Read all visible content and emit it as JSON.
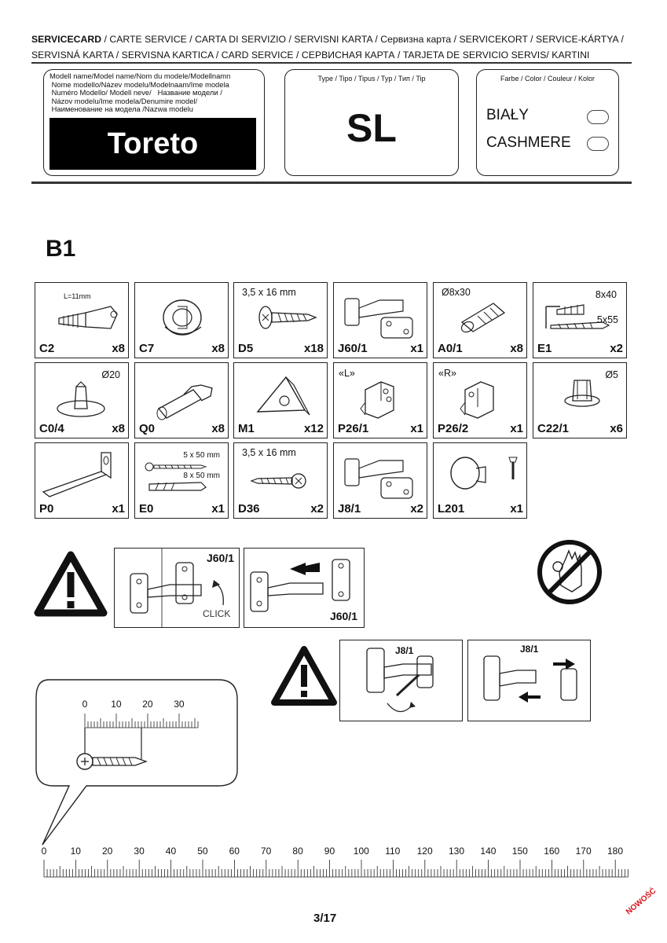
{
  "header": {
    "line1_bold": "SERVICECARD",
    "line1_rest": " / CARTE SERVICE / CARTA DI SERVIZIO / SERVISNI KARTA / Сервизна карта / SERVICEKORT / SERVICE-KÁRTYA /",
    "line2": "SERVISNÁ KARTA / SERVISNA KARTICA / CARD SERVICE / СЕРВИСНАЯ КАРТА / TARJETA DE SERVICIO SERVIS/ KARTINI"
  },
  "model_box": {
    "label": "Modell name/Model name/Nom du modele/Modellnamn\n Nome modello/Název modelu/Modelnaam/Ime modela\n Numéro Modello/ Modell neve/   Название модели /\n Názov modelu/Ime modela/Denumire model/\n Наименование на модела /Nazwa modelu",
    "value": "Toreto"
  },
  "type_box": {
    "label": "Type / Tipo / Tipus / Typ / Тип / Tip",
    "value": "SL"
  },
  "color_box": {
    "label": "Farbe / Color / Couleur / Kolor",
    "options": [
      "BIAŁY",
      "CASHMERE"
    ]
  },
  "section_title": "B1",
  "parts": [
    {
      "code": "C2",
      "qty": "x8",
      "spec": "L=11mm",
      "icon": "cam-bolt-icon"
    },
    {
      "code": "C7",
      "qty": "x8",
      "spec": "",
      "icon": "cam-lock-icon"
    },
    {
      "code": "D5",
      "qty": "x18",
      "spec": "3,5 x 16 mm",
      "icon": "screw-icon"
    },
    {
      "code": "J60/1",
      "qty": "x1",
      "spec": "",
      "icon": "hinge-icon"
    },
    {
      "code": "A0/1",
      "qty": "x8",
      "spec": "Ø8x30",
      "icon": "dowel-icon"
    },
    {
      "code": "E1",
      "qty": "x2",
      "spec": "8x40",
      "spec2": "5x55",
      "icon": "anchor-icon"
    },
    {
      "code": "C0/4",
      "qty": "x8",
      "spec": "Ø20",
      "icon": "furniture-foot-icon"
    },
    {
      "code": "Q0",
      "qty": "x8",
      "spec": "",
      "icon": "shelf-pin-icon"
    },
    {
      "code": "M1",
      "qty": "x12",
      "spec": "",
      "icon": "corner-block-icon"
    },
    {
      "code": "P26/1",
      "qty": "x1",
      "spec": "«L»",
      "icon": "hanger-left-icon"
    },
    {
      "code": "P26/2",
      "qty": "x1",
      "spec": "«R»",
      "icon": "hanger-right-icon"
    },
    {
      "code": "C22/1",
      "qty": "x6",
      "spec": "Ø5",
      "icon": "bumper-icon"
    },
    {
      "code": "P0",
      "qty": "x1",
      "spec": "",
      "icon": "bracket-icon"
    },
    {
      "code": "E0",
      "qty": "x1",
      "spec": "5 x 50 mm",
      "spec2": "8 x 50 mm",
      "icon": "screw-anchor-icon"
    },
    {
      "code": "D36",
      "qty": "x2",
      "spec": "3,5 x 16 mm",
      "icon": "washer-screw-icon"
    },
    {
      "code": "J8/1",
      "qty": "x2",
      "spec": "",
      "icon": "hinge-icon"
    },
    {
      "code": "L201",
      "qty": "x1",
      "spec": "",
      "icon": "knob-icon"
    }
  ],
  "warnings": {
    "j60_click_label": "J60/1",
    "j60_click_text": "CLICK",
    "j60_slide_label": "J60/1",
    "j8_adjust_label": "J8/1",
    "j8_slide_label": "J8/1"
  },
  "callout_ruler_labels": [
    "0",
    "10",
    "20",
    "30"
  ],
  "main_ruler_labels": [
    "0",
    "10",
    "20",
    "30",
    "40",
    "50",
    "60",
    "70",
    "80",
    "90",
    "100",
    "110",
    "120",
    "130",
    "140",
    "150",
    "160",
    "170",
    "180"
  ],
  "page_number": "3/17",
  "stamp": "NOWOŚĆ",
  "colors": {
    "stamp": "#d4141c",
    "ink": "#111111"
  }
}
